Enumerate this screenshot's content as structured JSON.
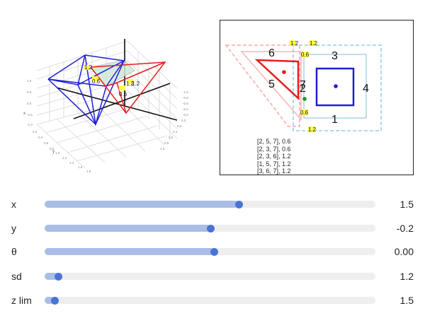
{
  "plot3d": {
    "axis_labels": {
      "x": "x",
      "y": "y"
    },
    "x_ticks": [
      "1.0",
      "0.8",
      "0.6",
      "0.4",
      "0.2",
      "0.0",
      "-0.2",
      "-0.4",
      "-0.6",
      "-0.8",
      "-1.0"
    ],
    "y_ticks": [
      "0.2",
      "0.4",
      "0.6",
      "0.8",
      "1.0",
      "1.2",
      "1.4",
      "1.6",
      "1.8"
    ],
    "z_ticks": [
      "1.0",
      "0.5",
      "0.0",
      "-0.5",
      "-1.0"
    ],
    "edge_labels": [
      "1.2",
      "0.6",
      "1.2",
      "0.6",
      "1.2"
    ]
  },
  "plot2d": {
    "face_labels": [
      "6",
      "3",
      "5",
      "7",
      "2",
      "4",
      "1"
    ],
    "edge_labels": [
      "1.2",
      "1.2",
      "0.6",
      "0.6",
      "1.2"
    ],
    "info_lines": [
      "[2, 5, 7], 0.6",
      "[2, 3, 7], 0.6",
      "[2, 3, 6], 1.2",
      "[1, 5, 7], 1.2",
      "[3, 6, 7], 1.2"
    ]
  },
  "controls": [
    {
      "label": "x",
      "value": "1.5",
      "fraction": 0.575
    },
    {
      "label": "y",
      "value": "-0.2",
      "fraction": 0.49
    },
    {
      "label": "θ",
      "value": "0.00",
      "fraction": 0.5
    },
    {
      "label": "sd",
      "value": "1.2",
      "fraction": 0.03
    },
    {
      "label": "z lim",
      "value": "1.5",
      "fraction": 0.02
    }
  ],
  "colors": {
    "blue": "#1f1fd6",
    "red": "#e61e1e",
    "pink": "#f5b5b5",
    "lightblue": "#a8d4e6",
    "slider_thumb": "#4a74d4",
    "slider_fill": "#a9bde6",
    "slider_track": "#eeeeee"
  }
}
